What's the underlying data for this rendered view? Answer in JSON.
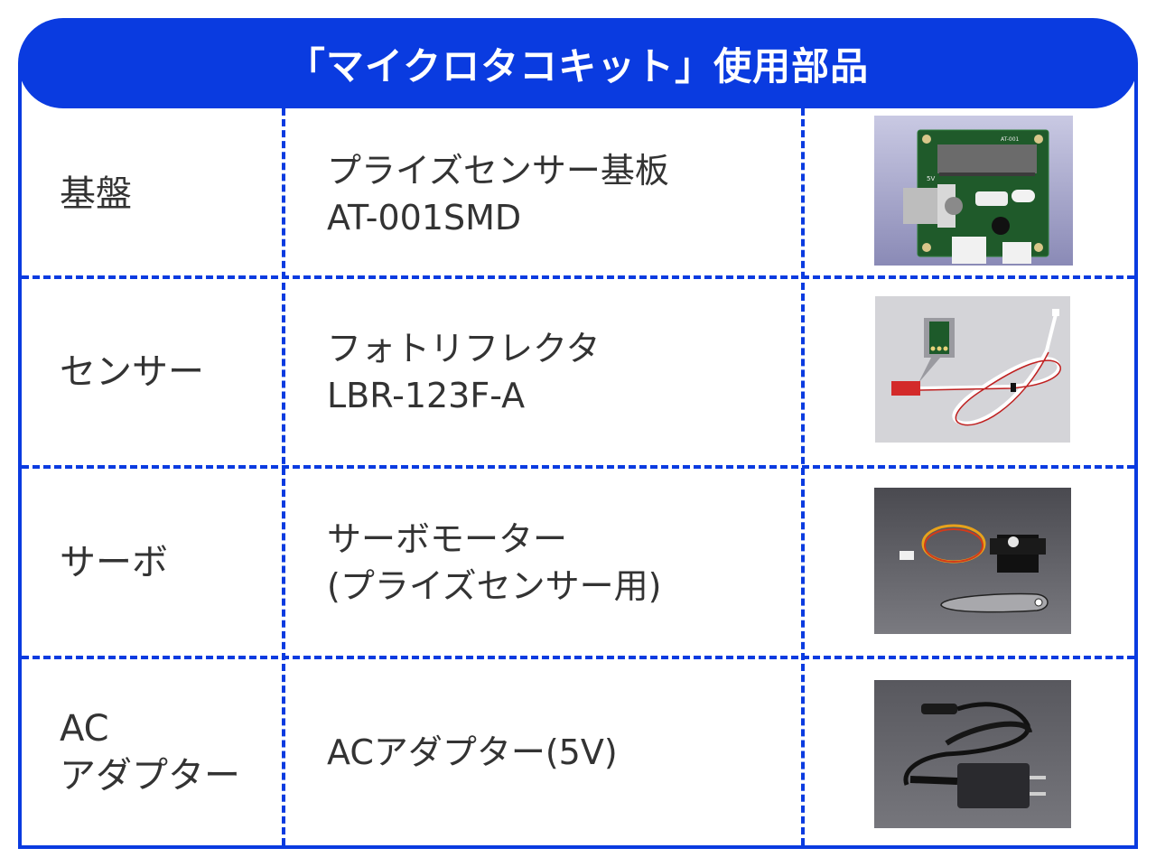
{
  "theme": {
    "accent": "#0a3be0",
    "text": "#333333"
  },
  "header": {
    "title": "「マイクロタコキット」使用部品"
  },
  "rows": [
    {
      "category": "基盤",
      "description": "プライズセンサー基板\nAT-001SMD",
      "image": {
        "icon": "pcb-board-photo",
        "alt": "AT-001 基板",
        "silk_label": "AT-001",
        "voltage_label": "5V"
      }
    },
    {
      "category": "センサー",
      "description": "フォトリフレクタ\nLBR-123F-A",
      "image": {
        "icon": "photo-reflector-sensor-photo",
        "alt": "フォトリフレクタ"
      }
    },
    {
      "category": "サーボ",
      "description": "サーボモーター\n(プライズセンサー用)",
      "image": {
        "icon": "servo-motor-photo",
        "alt": "サーボモーター"
      }
    },
    {
      "category": "AC\nアダプター",
      "description": "ACアダプター(5V)",
      "image": {
        "icon": "ac-adapter-photo",
        "alt": "ACアダプター"
      }
    }
  ]
}
